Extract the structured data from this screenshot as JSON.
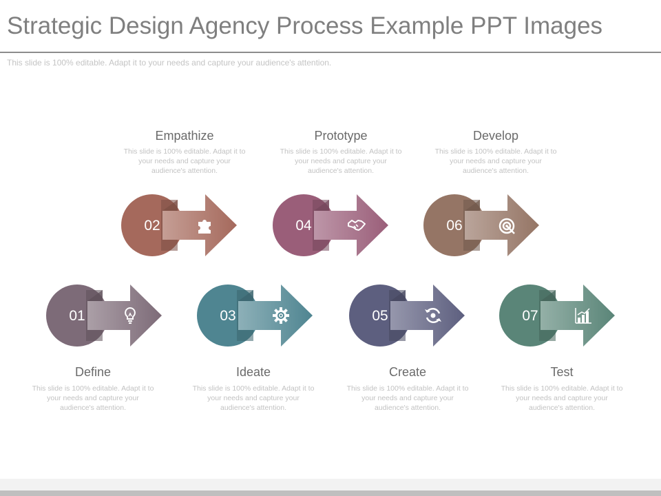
{
  "slide": {
    "title": "Strategic Design Agency Process Example PPT Images",
    "subtitle": "This slide is 100% editable. Adapt it to your needs and capture your audience's attention."
  },
  "steps": [
    {
      "number": "01",
      "title": "Define",
      "description": "This slide is 100% editable. Adapt it to your needs and capture your audience's attention.",
      "icon": "lightbulb-icon",
      "color": "#7d6b78"
    },
    {
      "number": "02",
      "title": "Empathize",
      "description": "This slide is 100% editable. Adapt it to your needs and capture your audience's attention.",
      "icon": "puzzle-icon",
      "color": "#a5695c"
    },
    {
      "number": "03",
      "title": "Ideate",
      "description": "This slide is 100% editable. Adapt it to your needs and capture your audience's attention.",
      "icon": "gear-icon",
      "color": "#4f8591"
    },
    {
      "number": "04",
      "title": "Prototype",
      "description": "This slide is 100% editable. Adapt it to your needs and capture your audience's attention.",
      "icon": "handshake-icon",
      "color": "#9a5e79"
    },
    {
      "number": "05",
      "title": "Create",
      "description": "This slide is 100% editable. Adapt it to your needs and capture your audience's attention.",
      "icon": "refresh-icon",
      "color": "#5d5f7f"
    },
    {
      "number": "06",
      "title": "Develop",
      "description": "This slide is 100% editable. Adapt it to your needs and capture your audience's attention.",
      "icon": "target-icon",
      "color": "#957565"
    },
    {
      "number": "07",
      "title": "Test",
      "description": "This slide is 100% editable. Adapt it to your needs and capture your audience's attention.",
      "icon": "bar-chart-icon",
      "color": "#5a8578"
    }
  ]
}
